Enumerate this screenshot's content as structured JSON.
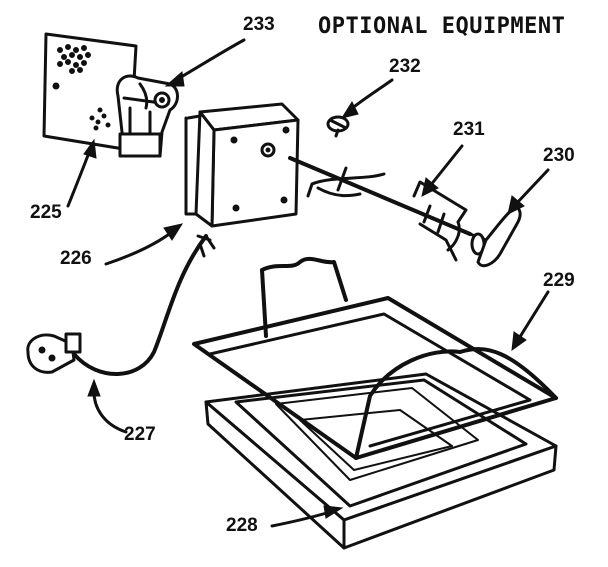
{
  "title": "OPTIONAL EQUIPMENT",
  "parts": [
    {
      "id": "225",
      "label": "225"
    },
    {
      "id": "226",
      "label": "226"
    },
    {
      "id": "227",
      "label": "227"
    },
    {
      "id": "228",
      "label": "228"
    },
    {
      "id": "229",
      "label": "229"
    },
    {
      "id": "230",
      "label": "230"
    },
    {
      "id": "231",
      "label": "231"
    },
    {
      "id": "232",
      "label": "232"
    },
    {
      "id": "233",
      "label": "233"
    }
  ]
}
